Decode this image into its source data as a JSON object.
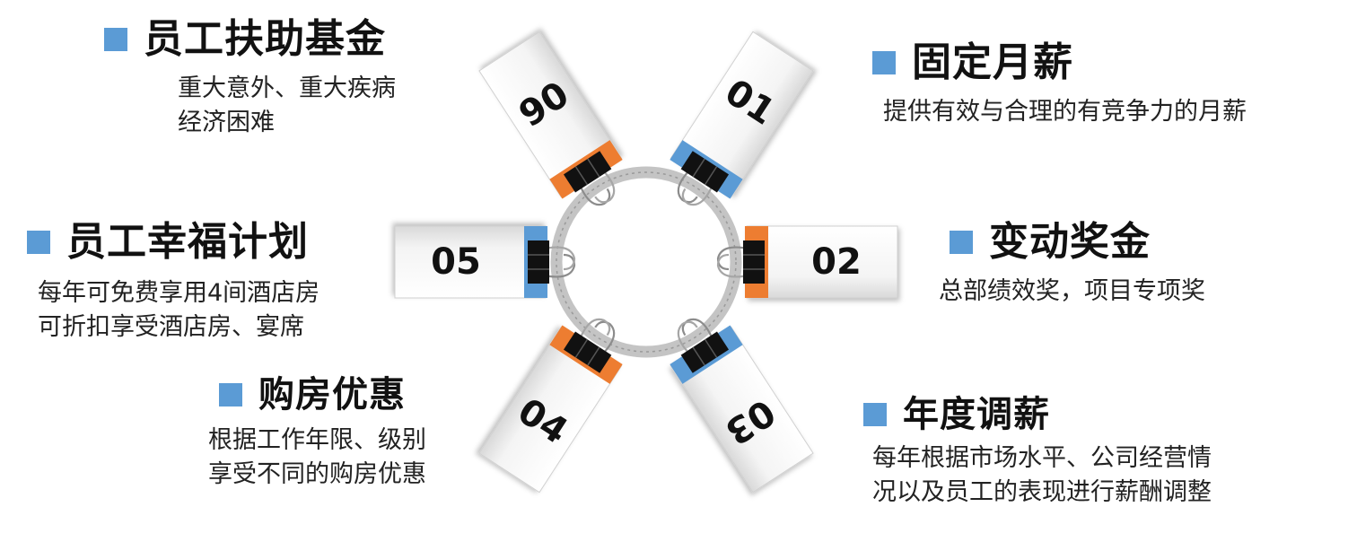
{
  "colors": {
    "accent_blue": "#5b9bd5",
    "accent_orange": "#ed7d31",
    "tab_white": "#ffffff",
    "ring_gray": "#bfbfbf",
    "clip_black": "#111111"
  },
  "tabs": [
    {
      "num": "01",
      "accent": "blue"
    },
    {
      "num": "02",
      "accent": "orange"
    },
    {
      "num": "03",
      "accent": "blue"
    },
    {
      "num": "04",
      "accent": "orange"
    },
    {
      "num": "05",
      "accent": "blue"
    },
    {
      "num": "06",
      "accent": "orange"
    }
  ],
  "items": {
    "fixed_salary": {
      "title": "固定月薪",
      "lines": [
        "提供有效与合理的有竞争力的月薪"
      ]
    },
    "variable_bonus": {
      "title": "变动奖金",
      "lines": [
        "总部绩效奖，项目专项奖"
      ]
    },
    "annual_adjust": {
      "title": "年度调薪",
      "lines": [
        "每年根据市场水平、公司经营情",
        "况以及员工的表现进行薪酬调整"
      ]
    },
    "housing": {
      "title": "购房优惠",
      "lines": [
        "根据工作年限、级别",
        "享受不同的购房优惠"
      ]
    },
    "happiness": {
      "title": "员工幸福计划",
      "lines": [
        "每年可免费享用4间酒店房",
        "可折扣享受酒店房、宴席"
      ]
    },
    "aid_fund": {
      "title": "员工扶助基金",
      "lines": [
        "重大意外、重大疾病",
        "经济困难"
      ]
    }
  }
}
